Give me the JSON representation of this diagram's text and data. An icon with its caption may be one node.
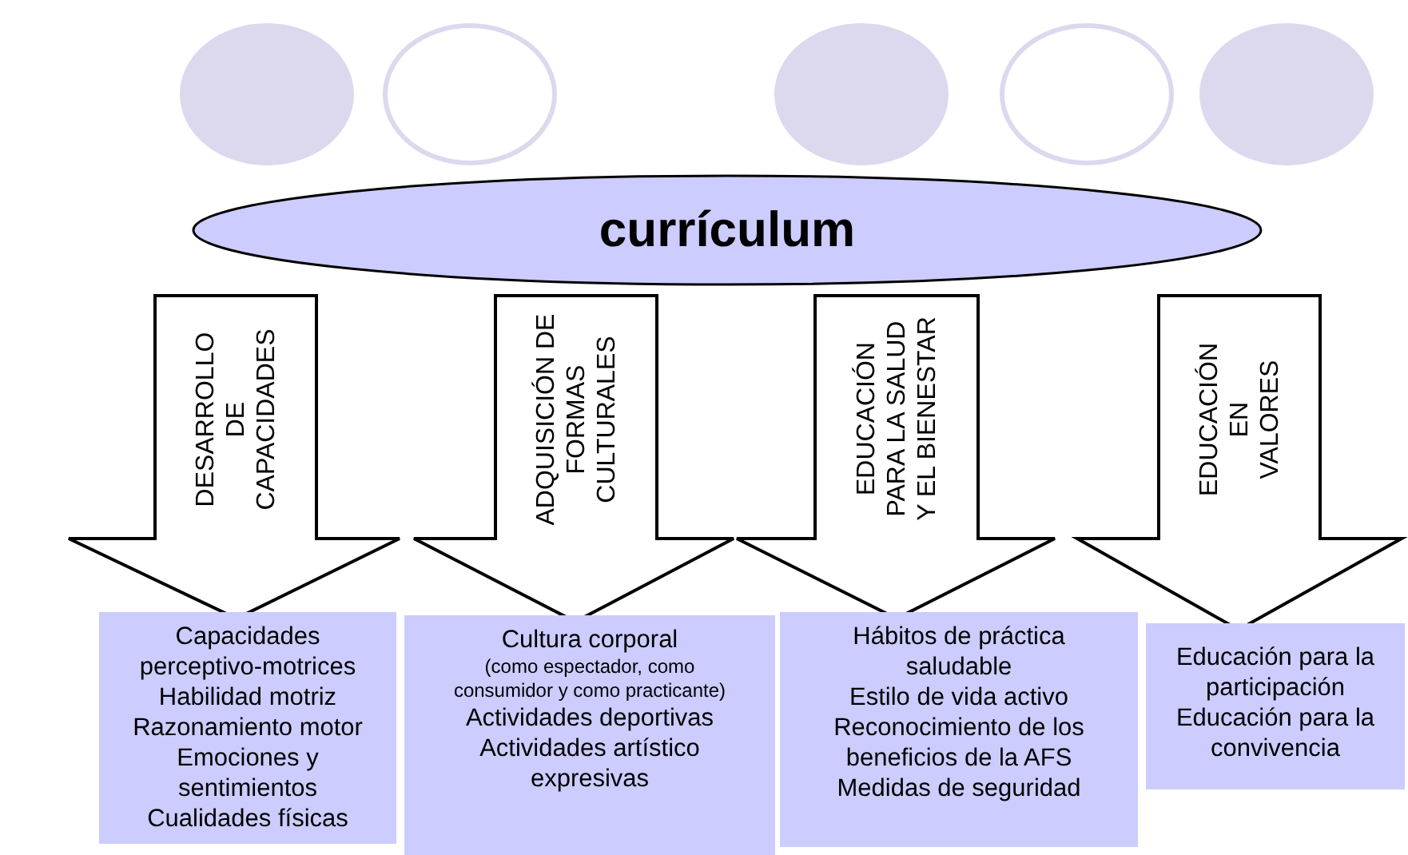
{
  "diagram": {
    "nodes": [
      {
        "text": [],
        "shape": "circle"
      },
      {
        "text": [],
        "shape": "circle"
      },
      {
        "text": [],
        "shape": "circle"
      },
      {
        "text": [],
        "shape": "circle"
      },
      {
        "text": [],
        "shape": "circle"
      },
      {
        "text": [
          "currículum"
        ]
      },
      {
        "text": [
          "Capacidades perceptivo-motrices",
          "Habilidad motriz",
          "Razonamiento motor",
          "Emociones y sentimientos",
          "Cualidades físicas"
        ]
      },
      {
        "text": [
          "Cultura corporal",
          "(como espectador, como consumidor y como practicante)",
          "Actividades deportivas",
          "Actividades artístico expresivas"
        ]
      },
      {
        "text": [
          "Hábitos de práctica saludable",
          "Estilo de vida activo",
          "Reconocimiento de los beneficios de la AFS",
          "Medidas de seguridad"
        ]
      },
      {
        "text": [
          "Educación para la participación",
          "Educación para la convivencia"
        ]
      }
    ],
    "edges": [
      {
        "from": 5,
        "to": 6,
        "arrow": "to",
        "label": "DESARROLLO DE CAPACIDADES"
      },
      {
        "from": 5,
        "to": 7,
        "arrow": "to",
        "label": "ADQUISICIÓN DE FORMAS CULTURALES"
      },
      {
        "from": 5,
        "to": 8,
        "arrow": "to",
        "label": "EDUCACIÓN PARA LA SALUD Y EL BIENESTAR"
      },
      {
        "from": 5,
        "to": 9,
        "arrow": "to",
        "label": "EDUCACIÓN EN VALORES"
      }
    ]
  }
}
